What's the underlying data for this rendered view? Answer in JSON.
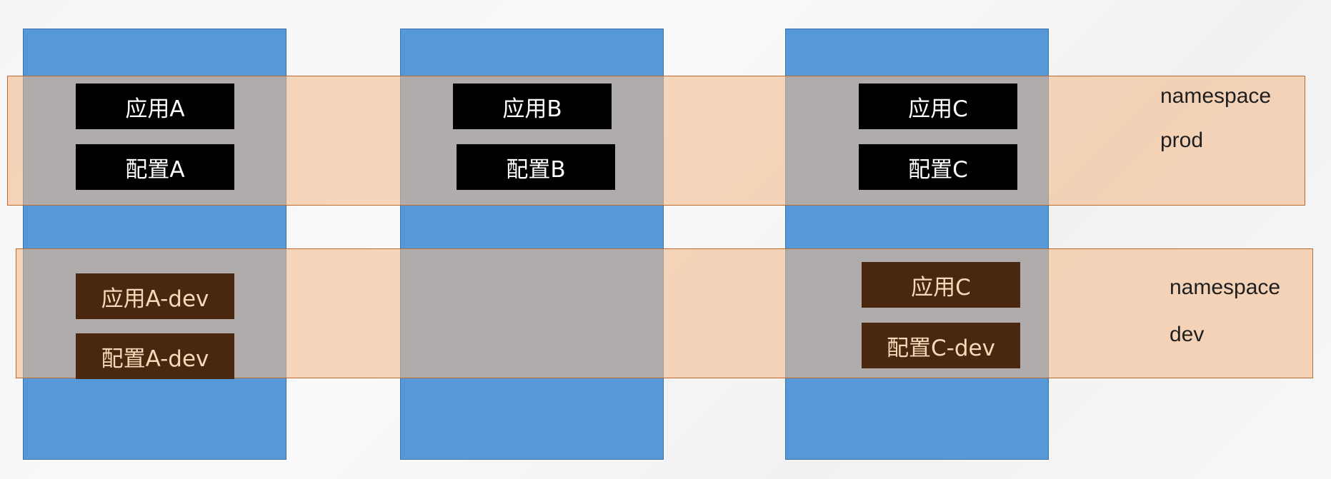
{
  "columns": [
    "",
    "",
    ""
  ],
  "namespaces": {
    "prod": {
      "label_line1": "namespace",
      "label_line2": "prod",
      "apps": [
        "应用A",
        "应用B",
        "应用C"
      ],
      "configs": [
        "配置A",
        "配置B",
        "配置C"
      ]
    },
    "dev": {
      "label_line1": "namespace",
      "label_line2": "dev",
      "apps": [
        "应用A-dev",
        "应用C"
      ],
      "configs": [
        "配置A-dev",
        "配置C-dev"
      ]
    }
  },
  "colors": {
    "column_fill": "#5599d9",
    "band_fill": "#f4ba8c",
    "band_border": "#c0692e",
    "prod_box": "#000000",
    "dev_box": "#4a2810",
    "dev_text": "#f6d9b8"
  }
}
